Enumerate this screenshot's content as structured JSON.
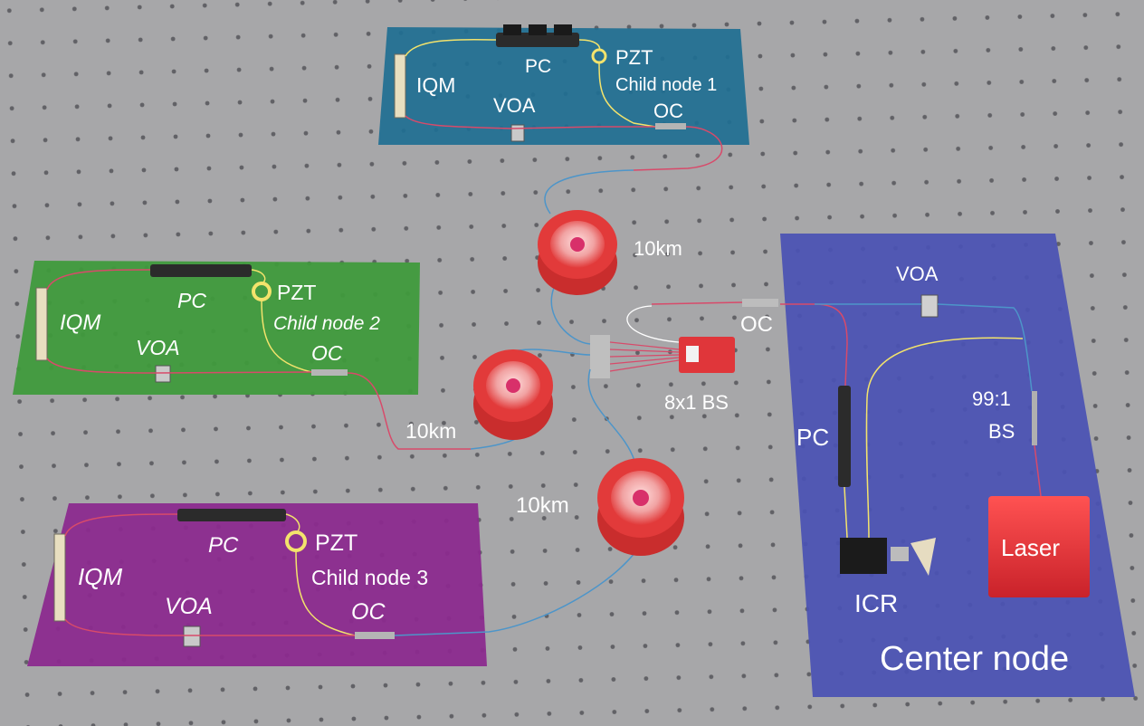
{
  "colors": {
    "table": "#a7a7a9",
    "child_node_1_board": "#1f6f93",
    "child_node_2_board": "#3f9a3c",
    "child_node_3_board": "#8b2a8e",
    "center_node_board": "#4a52b4",
    "spool": "#e23a3a",
    "bs_box": "#e0363a",
    "laser": "#e23136",
    "fiber_blue": "#4d95c9",
    "fiber_red": "#d84a6a",
    "fiber_yellow": "#f3e36c"
  },
  "child_node_1": {
    "iqm": "IQM",
    "pc": "PC",
    "pzt": "PZT",
    "voa": "VOA",
    "title": "Child node 1",
    "oc": "OC"
  },
  "child_node_2": {
    "iqm": "IQM",
    "pc": "PC",
    "pzt": "PZT",
    "voa": "VOA",
    "title": "Child node 2",
    "oc": "OC"
  },
  "child_node_3": {
    "iqm": "IQM",
    "pc": "PC",
    "pzt": "PZT",
    "voa": "VOA",
    "title": "Child node 3",
    "oc": "OC"
  },
  "spools": {
    "spool_1": "10km",
    "spool_2": "10km",
    "spool_3": "10km"
  },
  "splitter": {
    "label": "8x1 BS"
  },
  "center_node": {
    "title": "Center node",
    "voa": "VOA",
    "oc": "OC",
    "pc": "PC",
    "bs_ratio": "99:1",
    "bs": "BS",
    "laser": "Laser",
    "icr": "ICR"
  }
}
